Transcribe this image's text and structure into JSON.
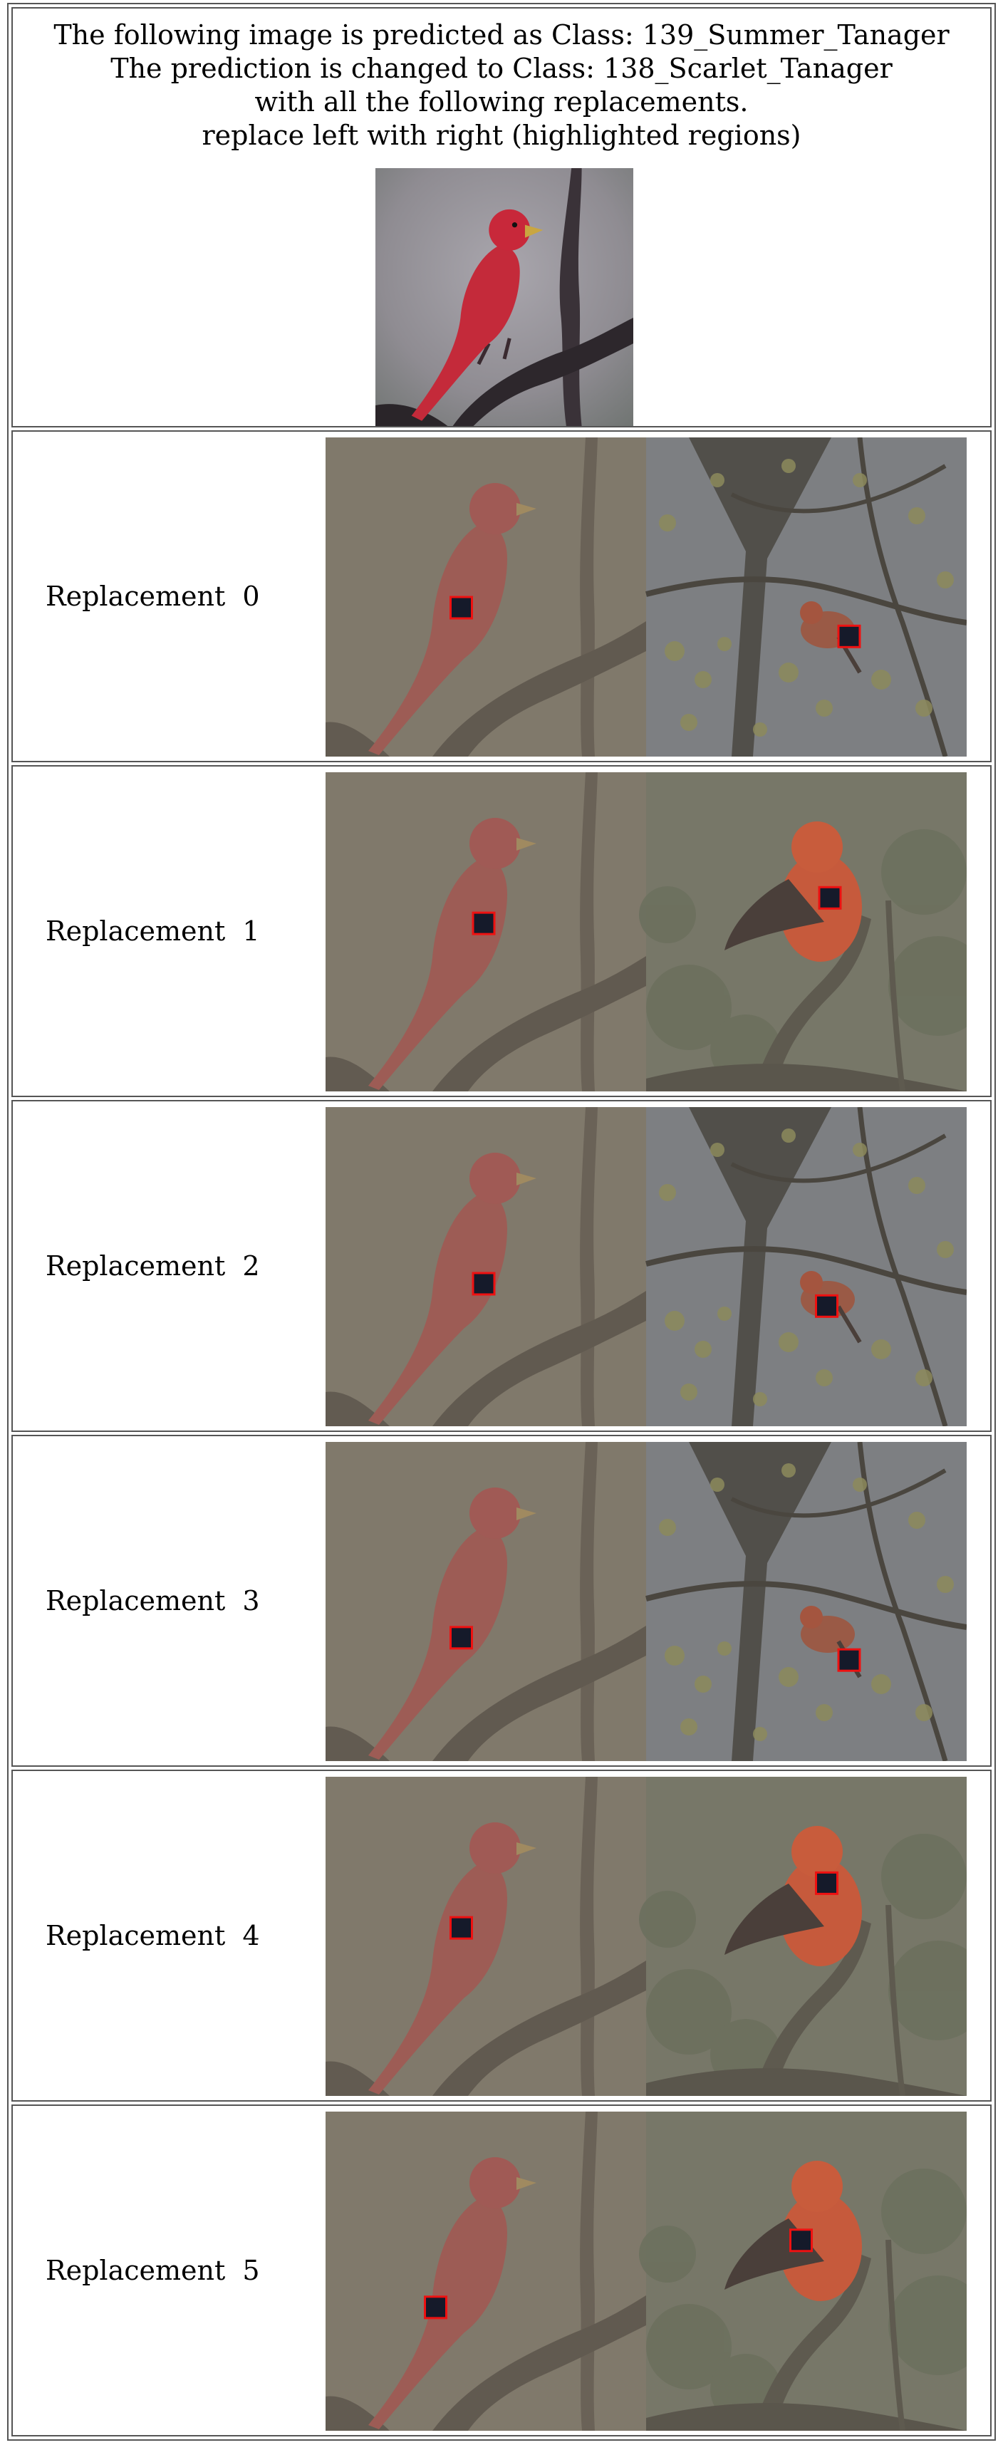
{
  "header": {
    "line1": "The following image is predicted as Class: 139_Summer_Tanager",
    "line2": "The prediction is changed to Class: 138_Scarlet_Tanager",
    "line3": "with all the following replacements.",
    "line4": "replace left with right (highlighted regions)"
  },
  "rows": [
    {
      "label": "Replacement  0",
      "right_scene": "branches",
      "left_box": [
        0.39,
        0.5
      ],
      "right_box": [
        0.6,
        0.59
      ]
    },
    {
      "label": "Replacement  1",
      "right_scene": "scarlet",
      "left_box": [
        0.46,
        0.44
      ],
      "right_box": [
        0.54,
        0.36
      ]
    },
    {
      "label": "Replacement  2",
      "right_scene": "branches",
      "left_box": [
        0.46,
        0.52
      ],
      "right_box": [
        0.53,
        0.59
      ]
    },
    {
      "label": "Replacement  3",
      "right_scene": "branches",
      "left_box": [
        0.39,
        0.58
      ],
      "right_box": [
        0.6,
        0.65
      ]
    },
    {
      "label": "Replacement  4",
      "right_scene": "scarlet",
      "left_box": [
        0.39,
        0.44
      ],
      "right_box": [
        0.53,
        0.3
      ]
    },
    {
      "label": "Replacement  5",
      "right_scene": "scarlet",
      "left_box": [
        0.31,
        0.58
      ],
      "right_box": [
        0.45,
        0.37
      ]
    }
  ],
  "colors": {
    "border": "#555555",
    "highlight": "#ee1111",
    "summer_tanager": "#c42a3a",
    "scarlet_tanager": "#e2462a"
  }
}
